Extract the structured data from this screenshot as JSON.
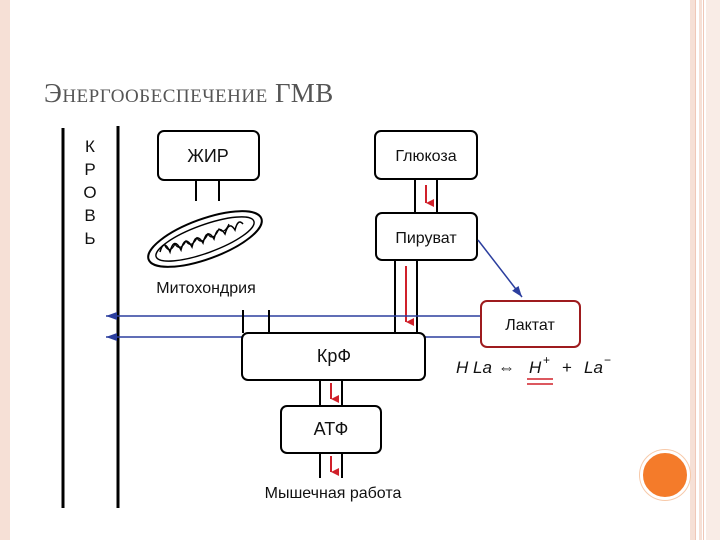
{
  "slide": {
    "title_first": "Э",
    "title_rest": "нергообеспечение",
    "title_tail": " ГМВ"
  },
  "diagram": {
    "blood_letters": [
      "К",
      "Р",
      "О",
      "В",
      "Ь"
    ],
    "boxes": {
      "fat": "ЖИР",
      "glucose": "Глюкоза",
      "pyruvate": "Пируват",
      "lactate": "Лактат",
      "creatine_phosphate": "КрФ",
      "atp": "АТФ"
    },
    "labels": {
      "mitochondria": "Митохондрия",
      "muscle_work": "Мышечная работа"
    },
    "equation": {
      "lhs": "H La",
      "arrow": "⇔",
      "h_ion": "H",
      "h_charge": "+",
      "plus": "+",
      "la": "La",
      "la_charge": "−"
    },
    "colors": {
      "red_arrow": "#d0202a",
      "blue_arrow": "#2b3e9e",
      "lactate_border": "#9e1b1e"
    }
  }
}
